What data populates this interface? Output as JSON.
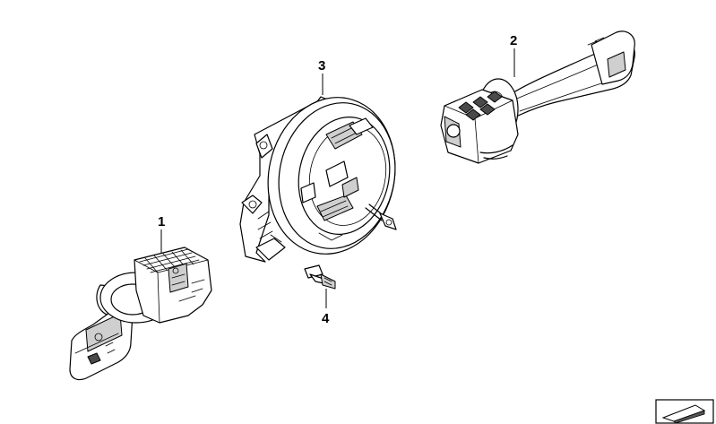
{
  "diagram": {
    "callouts": [
      {
        "id": "part-1",
        "label": "1"
      },
      {
        "id": "part-2",
        "label": "2"
      },
      {
        "id": "part-3",
        "label": "3"
      },
      {
        "id": "part-4",
        "label": "4"
      }
    ]
  }
}
